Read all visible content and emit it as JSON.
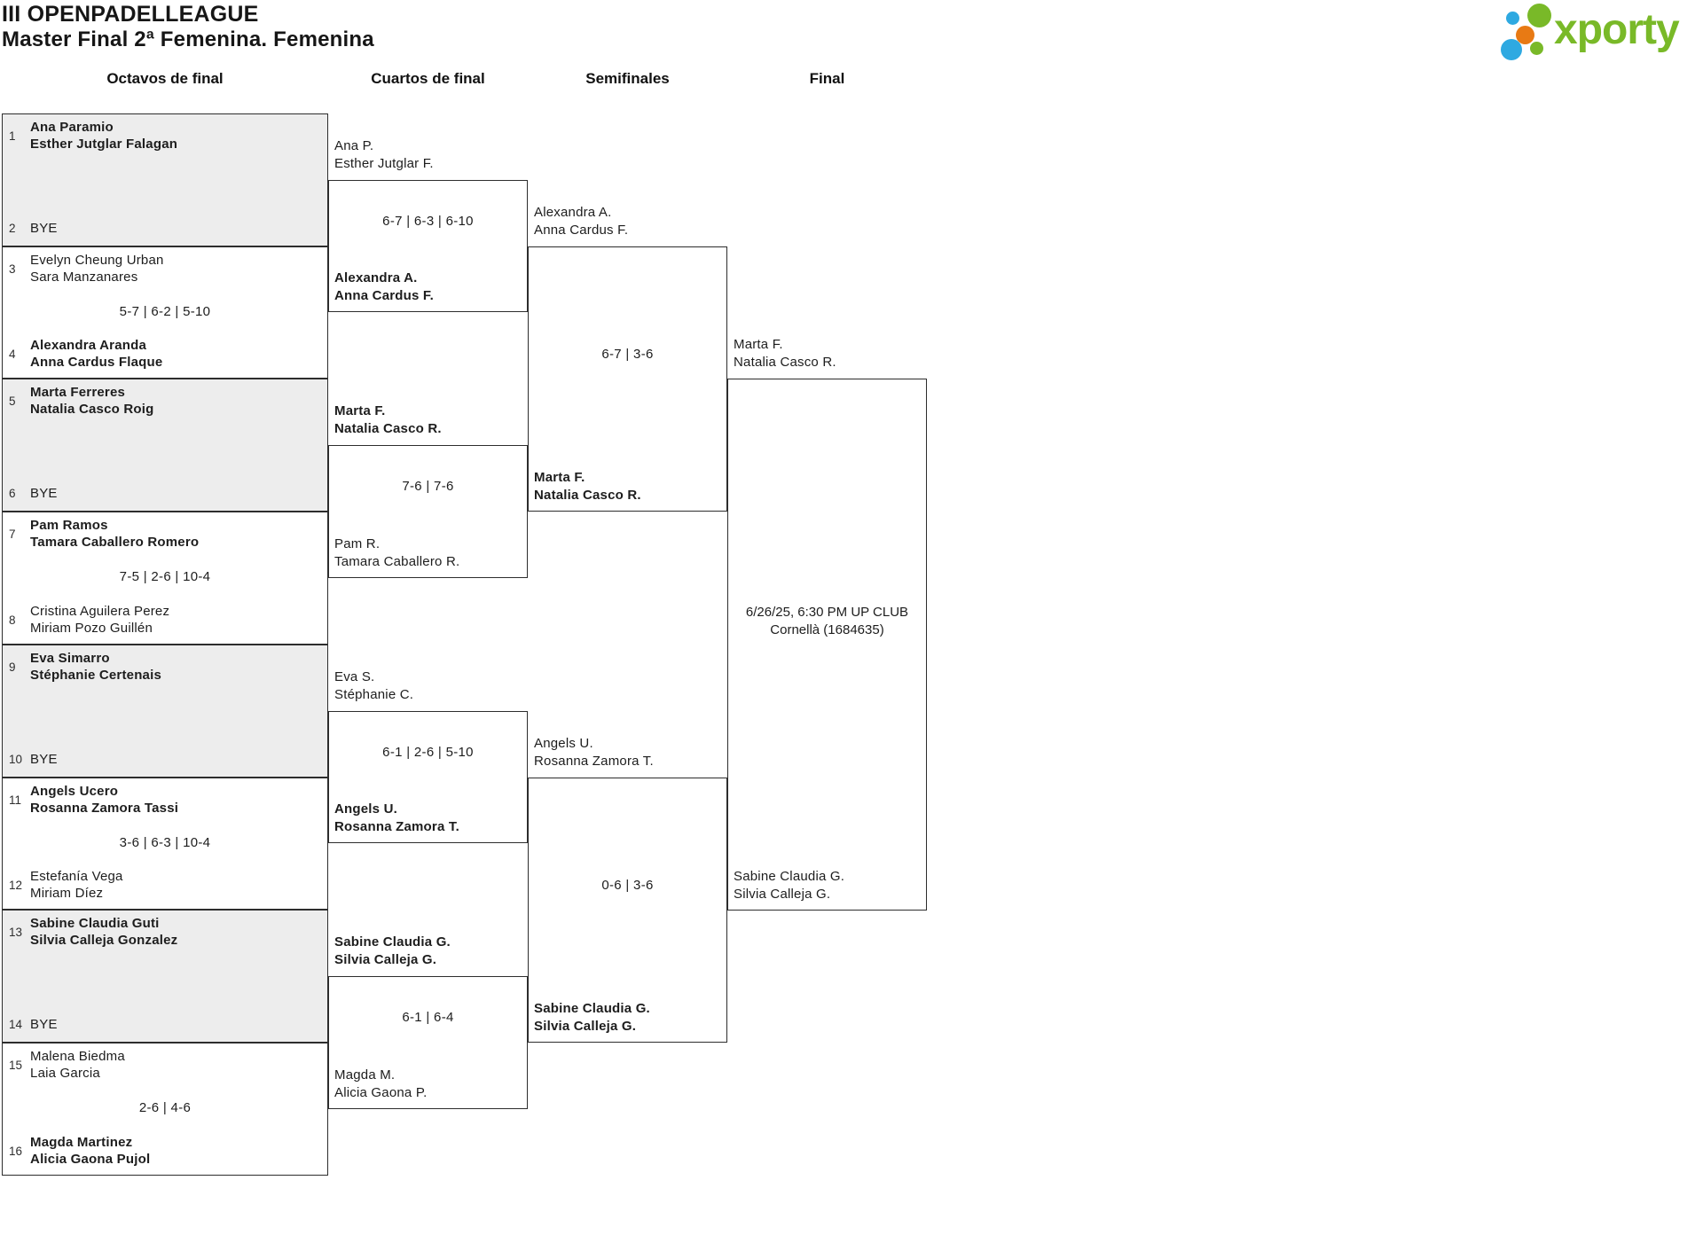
{
  "header": {
    "title": "III OPENPADELLEAGUE",
    "subtitle": "Master Final 2ª Femenina. Femenina",
    "logo": {
      "text": "xporty"
    }
  },
  "colors": {
    "brand_green": "#79b928",
    "brand_blue": "#2ea9e1",
    "brand_orange": "#e87a14",
    "bracket_line": "#2d2d2d",
    "bye_fill": "#ededed",
    "text": "#1d1d1d"
  },
  "columns": [
    {
      "label": "Octavos de final"
    },
    {
      "label": "Cuartos de final"
    },
    {
      "label": "Semifinales"
    },
    {
      "label": "Final"
    }
  ],
  "rounds": {
    "octavos": {
      "matches": [
        {
          "bye": true,
          "score": "",
          "top": {
            "seed": "1",
            "lines": [
              "Ana Paramio",
              "Esther Jutglar Falagan"
            ],
            "winner": true
          },
          "bottom": {
            "seed": "2",
            "lines": [
              "BYE"
            ],
            "winner": false
          }
        },
        {
          "bye": false,
          "score": "5-7 | 6-2 | 5-10",
          "top": {
            "seed": "3",
            "lines": [
              "Evelyn Cheung Urban",
              "Sara Manzanares"
            ],
            "winner": false
          },
          "bottom": {
            "seed": "4",
            "lines": [
              "Alexandra Aranda",
              "Anna Cardus Flaque"
            ],
            "winner": true
          }
        },
        {
          "bye": true,
          "score": "",
          "top": {
            "seed": "5",
            "lines": [
              "Marta Ferreres",
              "Natalia Casco Roig"
            ],
            "winner": true
          },
          "bottom": {
            "seed": "6",
            "lines": [
              "BYE"
            ],
            "winner": false
          }
        },
        {
          "bye": false,
          "score": "7-5 | 2-6 | 10-4",
          "top": {
            "seed": "7",
            "lines": [
              "Pam Ramos",
              "Tamara Caballero Romero"
            ],
            "winner": true
          },
          "bottom": {
            "seed": "8",
            "lines": [
              "Cristina Aguilera Perez",
              "Miriam Pozo Guillén"
            ],
            "winner": false
          }
        },
        {
          "bye": true,
          "score": "",
          "top": {
            "seed": "9",
            "lines": [
              "Eva Simarro",
              "Stéphanie Certenais"
            ],
            "winner": true
          },
          "bottom": {
            "seed": "10",
            "lines": [
              "BYE"
            ],
            "winner": false
          }
        },
        {
          "bye": false,
          "score": "3-6 | 6-3 | 10-4",
          "top": {
            "seed": "11",
            "lines": [
              "Angels Ucero",
              "Rosanna Zamora Tassi"
            ],
            "winner": true
          },
          "bottom": {
            "seed": "12",
            "lines": [
              "Estefanía Vega",
              "Miriam Díez"
            ],
            "winner": false
          }
        },
        {
          "bye": true,
          "score": "",
          "top": {
            "seed": "13",
            "lines": [
              "Sabine Claudia Guti",
              "Silvia Calleja Gonzalez"
            ],
            "winner": true
          },
          "bottom": {
            "seed": "14",
            "lines": [
              "BYE"
            ],
            "winner": false
          }
        },
        {
          "bye": false,
          "score": "2-6 | 4-6",
          "top": {
            "seed": "15",
            "lines": [
              "Malena Biedma",
              "Laia Garcia"
            ],
            "winner": false
          },
          "bottom": {
            "seed": "16",
            "lines": [
              "Magda Martinez",
              "Alicia Gaona Pujol"
            ],
            "winner": true
          }
        }
      ]
    },
    "cuartos": {
      "matches": [
        {
          "score": "6-7 | 6-3 | 6-10",
          "top": {
            "lines": [
              "Ana P.",
              "Esther Jutglar F."
            ],
            "winner": false
          },
          "bottom": {
            "lines": [
              "Alexandra A.",
              "Anna Cardus F."
            ],
            "winner": true
          }
        },
        {
          "score": "7-6 | 7-6",
          "top": {
            "lines": [
              "Marta F.",
              "Natalia Casco R."
            ],
            "winner": true
          },
          "bottom": {
            "lines": [
              "Pam R.",
              "Tamara Caballero R."
            ],
            "winner": false
          }
        },
        {
          "score": "6-1 | 2-6 | 5-10",
          "top": {
            "lines": [
              "Eva S.",
              "Stéphanie C."
            ],
            "winner": false
          },
          "bottom": {
            "lines": [
              "Angels U.",
              "Rosanna Zamora T."
            ],
            "winner": true
          }
        },
        {
          "score": "6-1 | 6-4",
          "top": {
            "lines": [
              "Sabine Claudia G.",
              "Silvia Calleja G."
            ],
            "winner": true
          },
          "bottom": {
            "lines": [
              "Magda M.",
              "Alicia Gaona P."
            ],
            "winner": false
          }
        }
      ]
    },
    "semifinales": {
      "matches": [
        {
          "score": "6-7 | 3-6",
          "top": {
            "lines": [
              "Alexandra A.",
              "Anna Cardus F."
            ],
            "winner": false
          },
          "bottom": {
            "lines": [
              "Marta F.",
              "Natalia Casco R."
            ],
            "winner": true
          }
        },
        {
          "score": "0-6 | 3-6",
          "top": {
            "lines": [
              "Angels U.",
              "Rosanna Zamora T."
            ],
            "winner": false
          },
          "bottom": {
            "lines": [
              "Sabine Claudia G.",
              "Silvia Calleja G."
            ],
            "winner": true
          }
        }
      ]
    },
    "final": {
      "top": {
        "lines": [
          "Marta F.",
          "Natalia Casco R."
        ],
        "winner": false
      },
      "bottom": {
        "lines": [
          "Sabine Claudia G.",
          "Silvia Calleja G."
        ],
        "winner": false
      },
      "schedule": [
        "6/26/25, 6:30 PM UP CLUB",
        "Cornellà (1684635)"
      ]
    }
  }
}
